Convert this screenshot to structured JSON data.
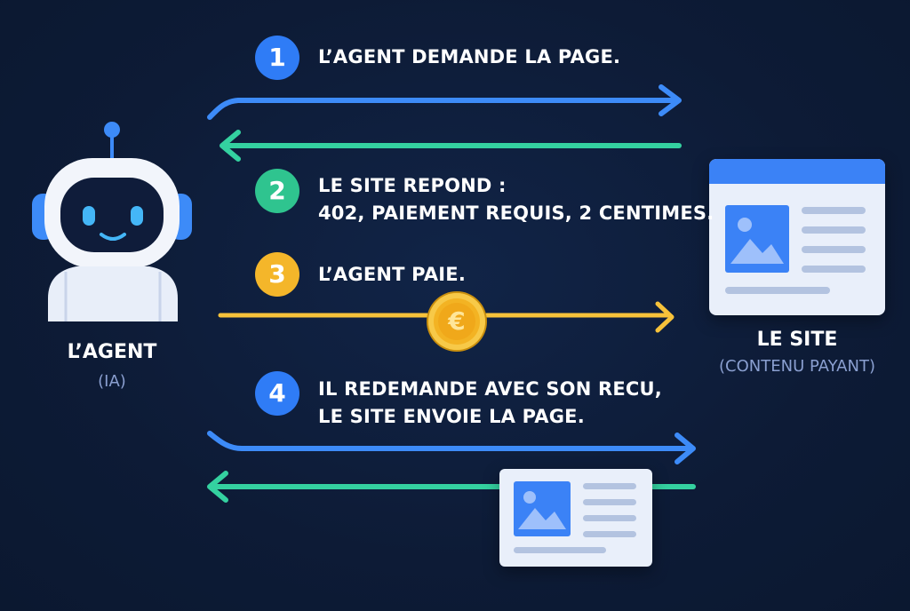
{
  "agent": {
    "title": "L’AGENT",
    "subtitle": "(IA)"
  },
  "site": {
    "title": "LE SITE",
    "subtitle": "(CONTENU PAYANT)"
  },
  "steps": [
    {
      "number": "1",
      "lines": [
        "L’AGENT DEMANDE LA PAGE."
      ],
      "color": "#2f7cf6"
    },
    {
      "number": "2",
      "lines": [
        "LE SITE REPOND :",
        "402, PAIEMENT REQUIS, 2 CENTIMES."
      ],
      "color": "#2fc48f"
    },
    {
      "number": "3",
      "lines": [
        "L’AGENT PAIE."
      ],
      "color": "#f4b62a"
    },
    {
      "number": "4",
      "lines": [
        "IL REDEMANDE AVEC SON RECU,",
        "LE SITE ENVOIE LA PAGE."
      ],
      "color": "#2f7cf6"
    }
  ],
  "coin_symbol": "€",
  "colors": {
    "background": "#0d1b36",
    "request_arrow": "#3d8bf8",
    "response_arrow": "#34d1a0",
    "payment_arrow": "#f7c23a"
  }
}
